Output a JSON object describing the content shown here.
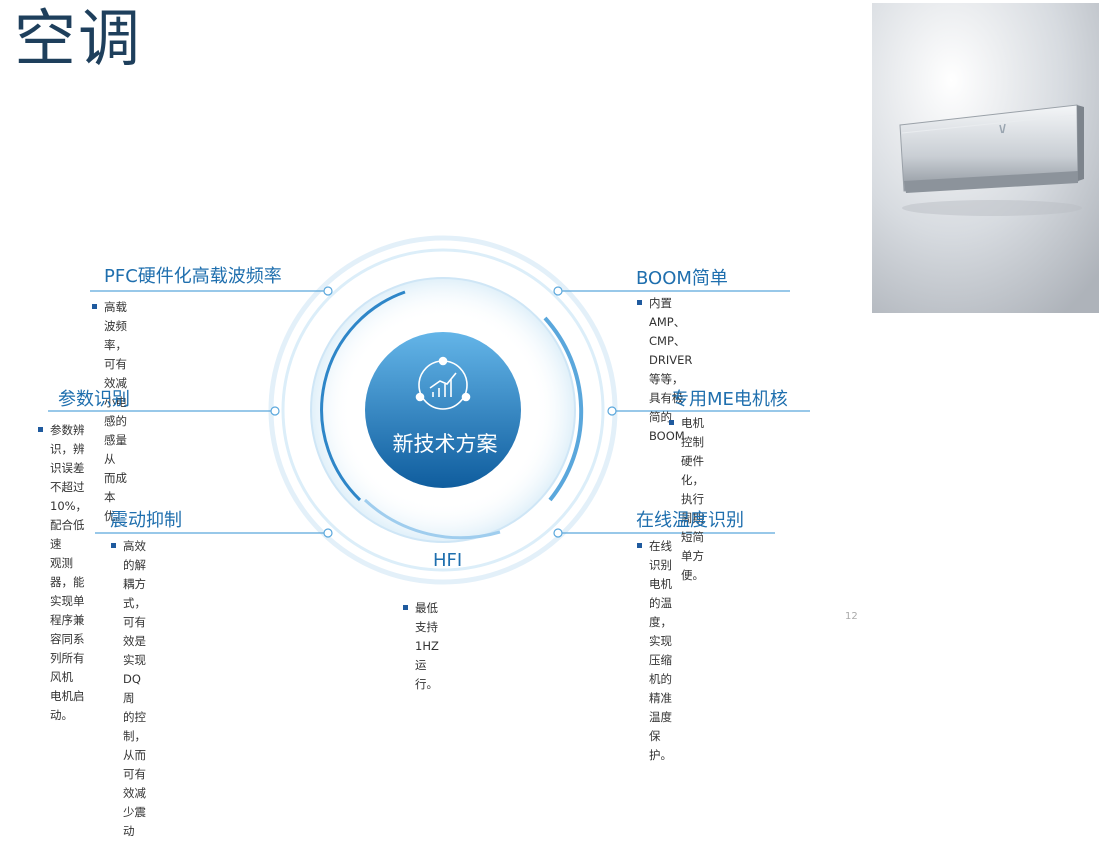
{
  "title": "空调",
  "center": {
    "label": "新技术方案",
    "icon": "growth-chart-icon"
  },
  "features": [
    {
      "id": "pfc",
      "title": "PFC硬件化高载波频率",
      "body": [
        "高载波频率，可有效减小电感的感量从",
        "而成本优。"
      ]
    },
    {
      "id": "boom",
      "title": "BOOM简单",
      "body": [
        "内置AMP、CMP、DRIVER等等，具有极",
        "简的BOOM"
      ]
    },
    {
      "id": "param",
      "title": "参数识别",
      "body": [
        "参数辨识，辨识误差不超过10%，配合低速",
        "观测器，能实现单程序兼容同系列所有风机",
        "电机启动。"
      ]
    },
    {
      "id": "me",
      "title": "专用ME电机核",
      "body": [
        "电机控制硬件化，执行周期短简单方",
        "便。"
      ]
    },
    {
      "id": "vib",
      "title": "震动抑制",
      "body": [
        "高效的解耦方式，可有效是实现DQ周",
        "的控制，从而可有效减少震动"
      ]
    },
    {
      "id": "temp",
      "title": "在线温度识别",
      "body": [
        "在线识别电机的温度，实现压缩机的",
        "精准温度保护。"
      ]
    },
    {
      "id": "hfi",
      "title": "HFI",
      "body": [
        "最低支持1HZ运行。"
      ]
    }
  ],
  "page_number": "12",
  "colors": {
    "title": "#1e3f5c",
    "accent": "#1f6fae",
    "circle_center": "#1f6fae",
    "bullet": "#1f5a9e"
  }
}
